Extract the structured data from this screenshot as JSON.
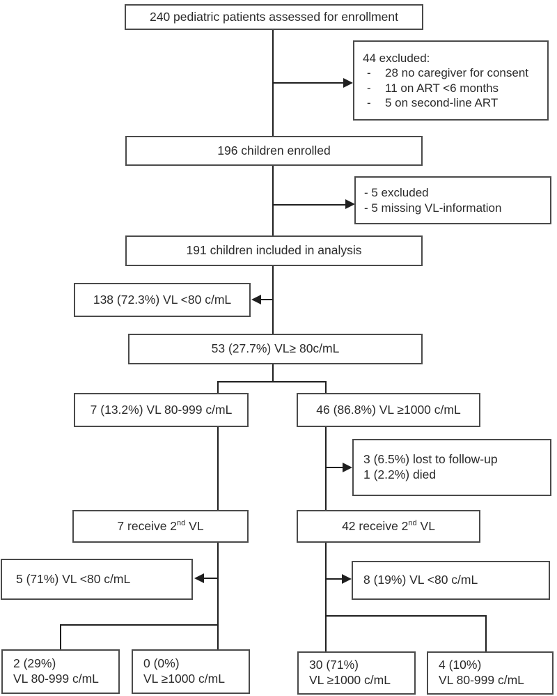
{
  "diagram": {
    "assessed": "240 pediatric patients assessed for enrollment",
    "excluded1": {
      "title": "44 excluded:",
      "bullet": "-",
      "items": [
        "28 no caregiver for consent",
        "11 on ART <6 months",
        "5 on second-line ART"
      ]
    },
    "enrolled": "196 children enrolled",
    "excluded2": {
      "lines": [
        "- 5 excluded",
        "- 5 missing VL-information"
      ]
    },
    "included": "191 children included in analysis",
    "vl_low": "138 (72.3%) VL <80 c/mL",
    "vl_high": "53 (27.7%) VL≥ 80c/mL",
    "branch_mid": "7 (13.2%) VL 80-999 c/mL",
    "branch_high": "46 (86.8%) VL ≥1000 c/mL",
    "lost": {
      "lines": [
        "3 (6.5%) lost to follow-up",
        "1 (2.2%) died"
      ]
    },
    "receive_left": {
      "prefix": "7 receive 2",
      "sup": "nd",
      "suffix": " VL"
    },
    "receive_right": {
      "prefix": "42 receive 2",
      "sup": "nd",
      "suffix": " VL"
    },
    "second_vl_left": "5 (71%) VL <80 c/mL",
    "second_vl_right": "8 (19%) VL <80 c/mL",
    "final": [
      {
        "line1": "2 (29%)",
        "line2": "VL 80-999 c/mL"
      },
      {
        "line1": "0 (0%)",
        "line2": "VL ≥1000 c/mL"
      },
      {
        "line1": "30 (71%)",
        "line2": "VL ≥1000 c/mL"
      },
      {
        "line1": "4 (10%)",
        "line2": "VL 80-999 c/mL"
      }
    ],
    "colors": {
      "box_border": "#4a4a4a",
      "connector": "#1f1f1f",
      "text": "#2b2b2b",
      "background": "#ffffff"
    }
  }
}
